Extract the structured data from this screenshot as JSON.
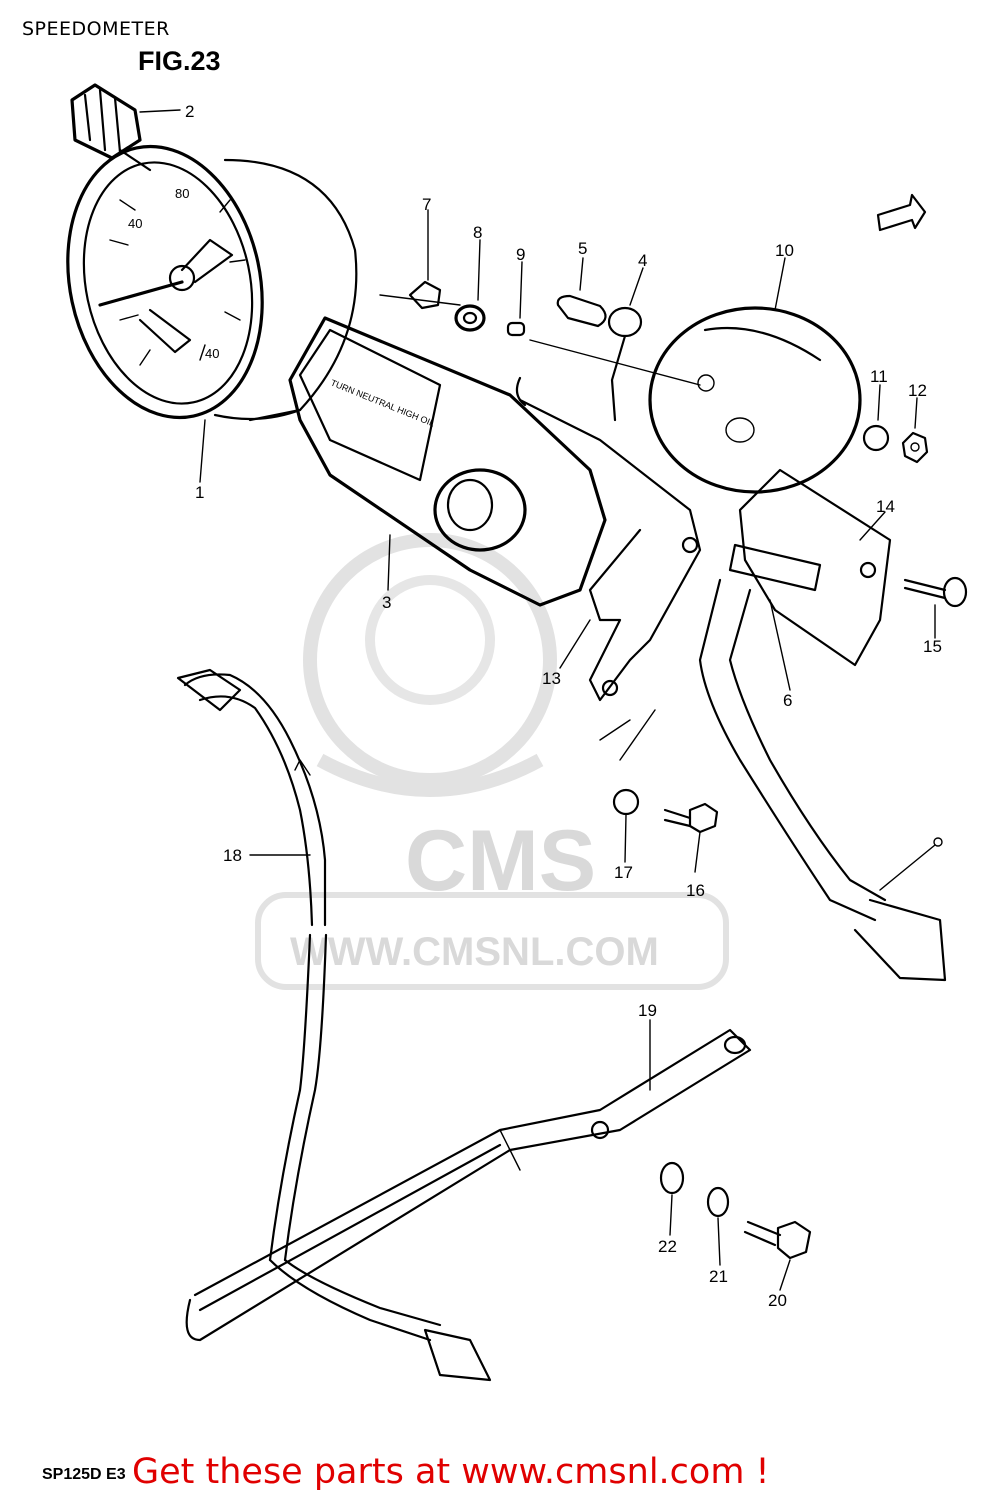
{
  "header": {
    "section_title": "SPEEDOMETER",
    "figure_label": "FIG.23"
  },
  "footer": {
    "model_code": "SP125D E3",
    "promo_text": "Get these parts at www.cmsnl.com !"
  },
  "watermark": {
    "brand": "CMS",
    "url": "WWW.CMSNL.COM"
  },
  "callouts": [
    {
      "id": "1",
      "label": "1"
    },
    {
      "id": "2",
      "label": "2"
    },
    {
      "id": "3",
      "label": "3"
    },
    {
      "id": "4",
      "label": "4"
    },
    {
      "id": "5",
      "label": "5"
    },
    {
      "id": "6",
      "label": "6"
    },
    {
      "id": "7",
      "label": "7"
    },
    {
      "id": "8",
      "label": "8"
    },
    {
      "id": "9",
      "label": "9"
    },
    {
      "id": "10",
      "label": "10"
    },
    {
      "id": "11",
      "label": "11"
    },
    {
      "id": "12",
      "label": "12"
    },
    {
      "id": "13",
      "label": "13"
    },
    {
      "id": "14",
      "label": "14"
    },
    {
      "id": "15",
      "label": "15"
    },
    {
      "id": "16",
      "label": "16"
    },
    {
      "id": "17",
      "label": "17"
    },
    {
      "id": "18",
      "label": "18"
    },
    {
      "id": "19",
      "label": "19"
    },
    {
      "id": "20",
      "label": "20"
    },
    {
      "id": "21",
      "label": "21"
    },
    {
      "id": "22",
      "label": "22"
    }
  ]
}
